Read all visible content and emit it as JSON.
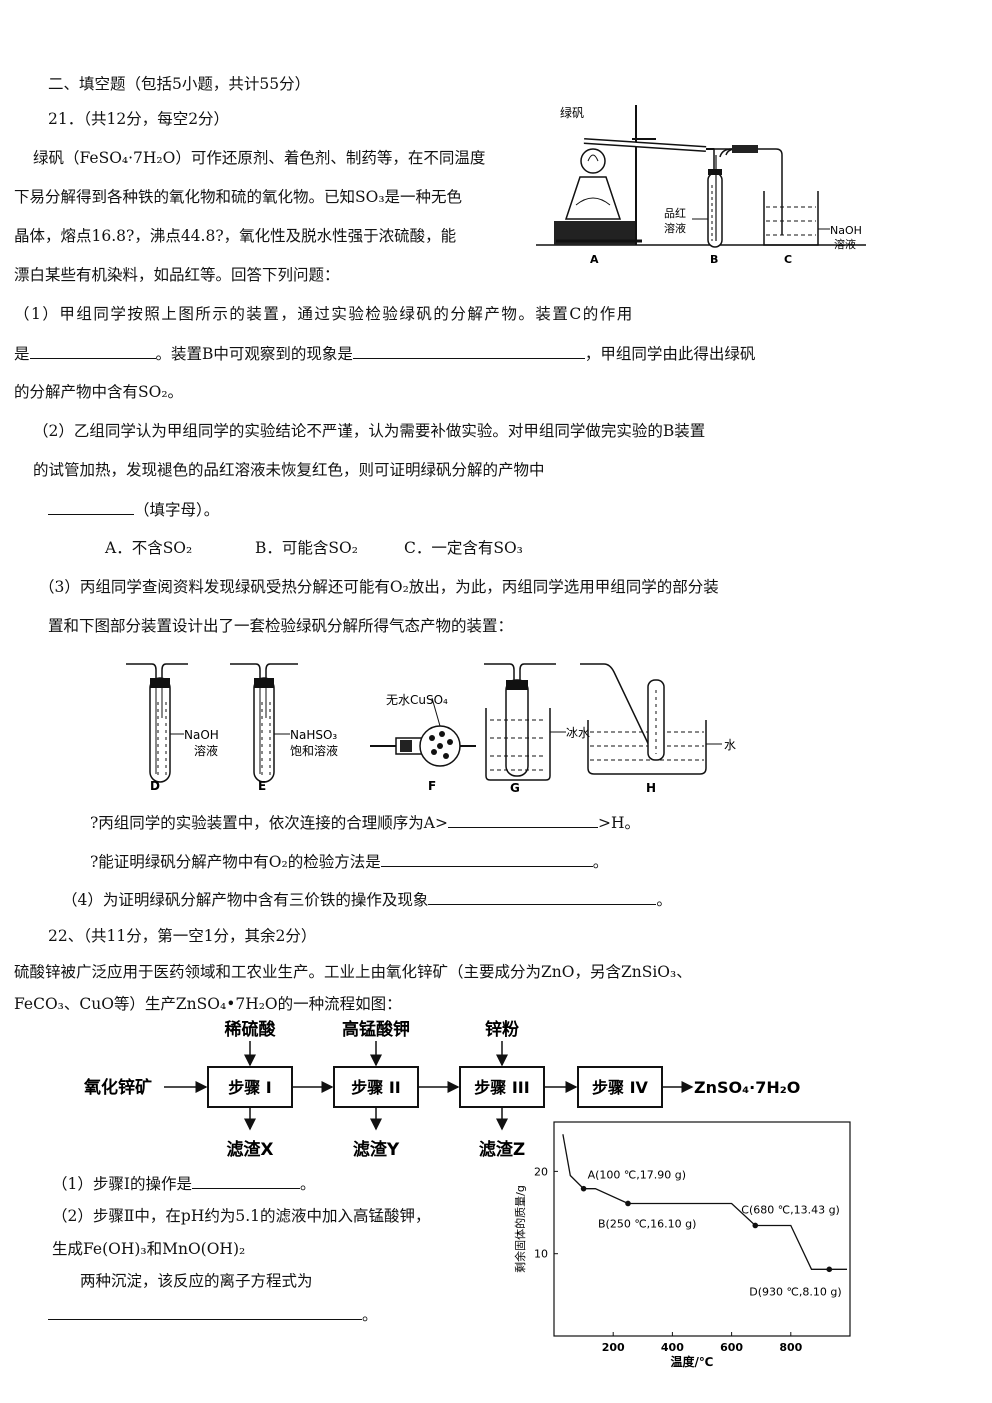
{
  "section_title": "二、填空题（包括5小题，共计55分）",
  "q21": {
    "header": "21．（共12分，每空2分）",
    "intro": [
      "绿矾（FeSO₄·7H₂O）可作还原剂、着色剂、制药等，在不同温度",
      "下易分解得到各种铁的氧化物和硫的氧化物。已知SO₃是一种无色",
      "晶体，熔点16.8?，沸点44.8?，氧化性及脱水性强于浓硫酸，能",
      "漂白某些有机染料，如品红等。回答下列问题："
    ],
    "p1": {
      "a": "（1）甲组同学按照上图所示的装置，通过实验检验绿矾的分解产物。装置C的作用",
      "b1": "是",
      "b2": "。装置B中可观察到的现象是",
      "b3": "，甲组同学由此得出绿矾",
      "c": "的分解产物中含有SO₂。"
    },
    "p2": {
      "a": "（2）乙组同学认为甲组同学的实验结论不严谨，认为需要补做实验。对甲组同学做完实验的B装置",
      "b": "的试管加热，发现褪色的品红溶液未恢复红色，则可证明绿矾分解的产物中",
      "c": "（填字母）。",
      "options": [
        "A．不含SO₂",
        "B．可能含SO₂",
        "C．一定含有SO₃"
      ]
    },
    "p3": {
      "a": "（3）丙组同学查阅资料发现绿矾受热分解还可能有O₂放出，为此，丙组同学选用甲组同学的部分装",
      "b": "置和下图部分装置设计出了一套检验绿矾分解所得气态产物的装置：",
      "s1a": "?丙组同学的实验装置中，依次连接的合理顺序为A>",
      "s1b": ">H。",
      "s2a": "?能证明绿矾分解产物中有O₂的检验方法是",
      "s2b": "。"
    },
    "p4": {
      "a": "（4）为证明绿矾分解产物中含有三价铁的操作及现象",
      "b": "。"
    },
    "fig1": {
      "label_lufan": "绿矾",
      "label_pinhong": [
        "品红",
        "溶液"
      ],
      "label_naoh": [
        "NaOH",
        "溶液"
      ],
      "letters": [
        "A",
        "B",
        "C"
      ]
    },
    "fig2": {
      "label_d": [
        "NaOH",
        "溶液"
      ],
      "label_e": [
        "NaHSO₃",
        "饱和溶液"
      ],
      "label_f": "无水CuSO₄",
      "label_g": "冰水",
      "label_h": "水",
      "letters": [
        "D",
        "E",
        "F",
        "G",
        "H"
      ]
    }
  },
  "q22": {
    "header": "22、（共11分，第一空1分，其余2分）",
    "intro": [
      "硫酸锌被广泛应用于医药领域和工农业生产。工业上由氧化锌矿（主要成分为ZnO，另含ZnSiO₃、",
      "FeCO₃、CuO等）生产ZnSO₄•7H₂O的一种流程如图："
    ],
    "flow": {
      "input": "氧化锌矿",
      "steps": [
        "步骤 I",
        "步骤 II",
        "步骤 III",
        "步骤 IV"
      ],
      "reagents": [
        "稀硫酸",
        "高锰酸钾",
        "锌粉"
      ],
      "residues": [
        "滤渣X",
        "滤渣Y",
        "滤渣Z"
      ],
      "product": "ZnSO₄·7H₂O"
    },
    "p1a": "（1）步骤Ⅰ的操作是",
    "p1b": "。",
    "p2": [
      "（2）步骤Ⅱ中，在pH约为5.1的滤液中加入高锰酸钾，",
      "生成Fe(OH)₃和MnO(OH)₂",
      "两种沉淀，该反应的离子方程式为"
    ],
    "p2end": "。"
  },
  "chart_data": {
    "type": "line",
    "xlabel": "温度/℃",
    "ylabel": "剩余固体的质量/g",
    "x_ticks": [
      "200",
      "400",
      "600",
      "800"
    ],
    "y_ticks": [
      "10",
      "20"
    ],
    "points": [
      {
        "label": "A(100 ℃,17.90 g)",
        "x": 100,
        "y": 17.9
      },
      {
        "label": "B(250 ℃,16.10 g)",
        "x": 250,
        "y": 16.1
      },
      {
        "label": "C(680 ℃,13.43 g)",
        "x": 680,
        "y": 13.43
      },
      {
        "label": "D(930 ℃,8.10 g)",
        "x": 930,
        "y": 8.1
      }
    ],
    "curve": [
      {
        "x": 30,
        "y": 24.5
      },
      {
        "x": 55,
        "y": 19.5
      },
      {
        "x": 100,
        "y": 17.9
      },
      {
        "x": 140,
        "y": 17.9
      },
      {
        "x": 250,
        "y": 16.1
      },
      {
        "x": 600,
        "y": 16.1
      },
      {
        "x": 680,
        "y": 13.43
      },
      {
        "x": 800,
        "y": 13.43
      },
      {
        "x": 870,
        "y": 8.1
      },
      {
        "x": 930,
        "y": 8.1
      },
      {
        "x": 990,
        "y": 8.1
      }
    ]
  }
}
